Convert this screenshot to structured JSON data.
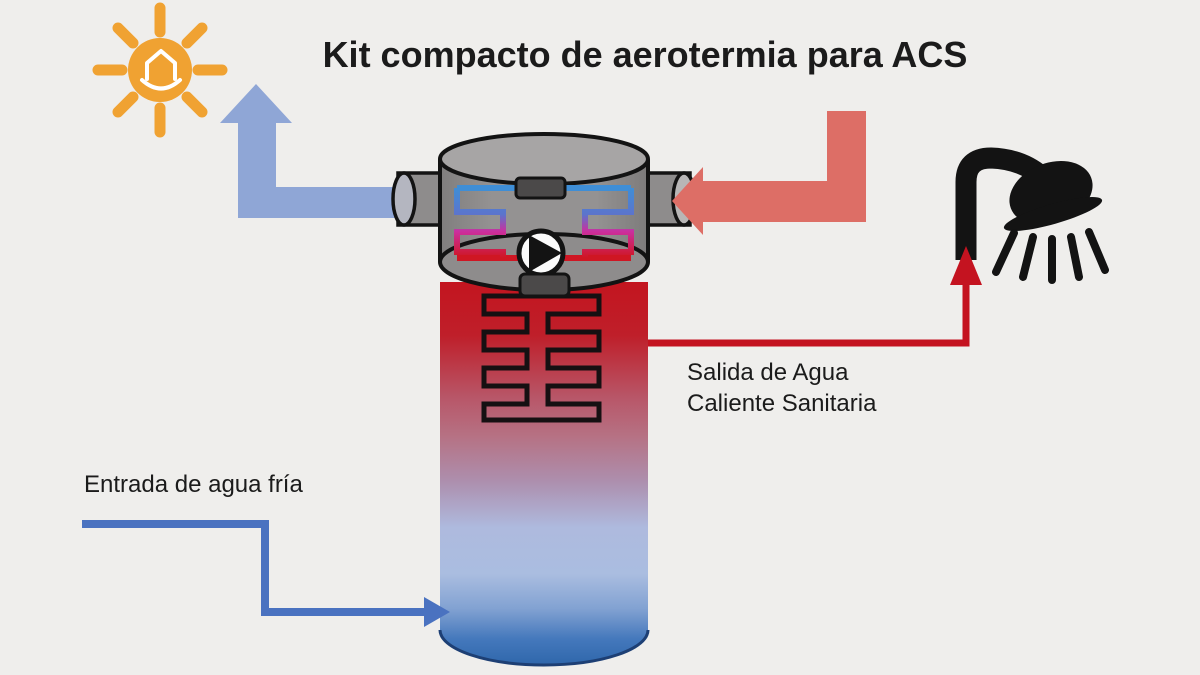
{
  "title": "Kit compacto de aerotermia para ACS",
  "labels": {
    "hot_water_outlet_line1": "Salida de Agua",
    "hot_water_outlet_line2": "Caliente Sanitaria",
    "cold_water_inlet": "Entrada de agua fría"
  },
  "icons": {
    "sun": "sun-with-house",
    "shower": "shower-head",
    "pump": "circulation-pump",
    "arrows": [
      "cool-air-outlet",
      "warm-air-inlet",
      "hot-water-outlet",
      "cold-water-inlet"
    ]
  },
  "colors": {
    "background": "#efeeec",
    "text": "#1b1b1b",
    "sun_orange": "#f0a232",
    "cool_air_arrow_blue": "#8fa6d6",
    "warm_air_arrow_red": "#dd6e66",
    "hot_water_pipe_red": "#c41320",
    "cold_water_pipe_blue": "#4a72c0",
    "unit_gray": "#8e8c8c",
    "unit_top_gray": "#a7a5a5",
    "tank_hot_red": "#c3151f",
    "tank_cold_blue": "#2e66aa",
    "coil_blue": "#3f8ed6",
    "coil_magenta": "#cb2f9e",
    "coil_red": "#cf1623",
    "icon_black": "#131313"
  }
}
